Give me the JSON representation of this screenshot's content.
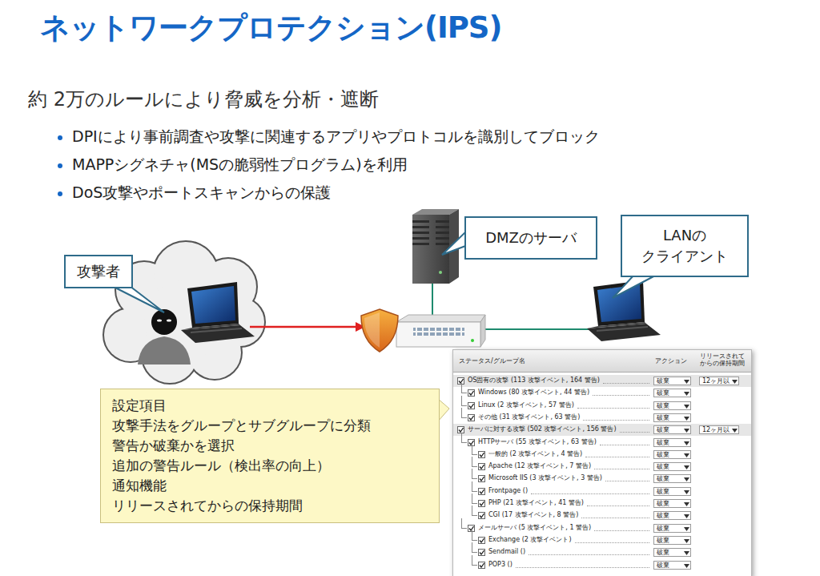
{
  "diagram": {
    "title": "ネットワークプロテクション(IPS)",
    "nodes": [
      {
        "text": [
          "攻撃者"
        ]
      },
      {
        "text": [
          "DMZのサーバ"
        ]
      },
      {
        "text": [
          "LANの クライアント"
        ]
      },
      {
        "text": [
          "設定項目",
          "攻撃手法をグループとサブグループに分類",
          "警告か破棄かを選択",
          "追加の警告ルール（検出率の向上）",
          "通知機能",
          "リリースされてからの保持期間"
        ]
      }
    ],
    "labels": [
      "約 2万のルールにより脅威を分析・遮断",
      "DPIにより事前調査や攻撃に関連するアプリやプロトコルを識別してブロック",
      "MAPPシグネチャ(MSの脆弱性プログラム)を利用",
      "DoS攻撃やポートスキャンからの保護",
      "ステータス/グループ名",
      "アクション",
      "リリースされて からの保持期間",
      "OS固有の攻撃 (113 攻撃イベント, 164 警告)",
      "破棄",
      "12ヶ月以",
      "Windows (80 攻撃イベント, 44 警告)",
      "破棄",
      "Linux (2 攻撃イベント, 57 警告)",
      "破棄",
      "その他 (31 攻撃イベント, 63 警告)",
      "破棄",
      "サーバに対する攻撃 (502 攻撃イベント, 156 警告)",
      "破棄",
      "12ヶ月以",
      "HTTPサーバ (55 攻撃イベント, 63 警告)",
      "破棄",
      "一般的 (2 攻撃イベント, 4 警告)",
      "破棄",
      "Apache (12 攻撃イベント, 7 警告)",
      "破棄",
      "Microsoft IIS (3 攻撃イベント, 3 警告)",
      "破棄",
      "Frontpage ()",
      "破棄",
      "PHP (21 攻撃イベント, 41 警告)",
      "破棄",
      "CGI (17 攻撃イベント, 8 警告)",
      "破棄",
      "メールサーバ (5 攻撃イベント, 1 警告)",
      "破棄",
      "Exchange (2 攻撃イベント)",
      "破棄",
      "Sendmail ()",
      "破棄",
      "POP3 ()",
      "破棄"
    ]
  }
}
